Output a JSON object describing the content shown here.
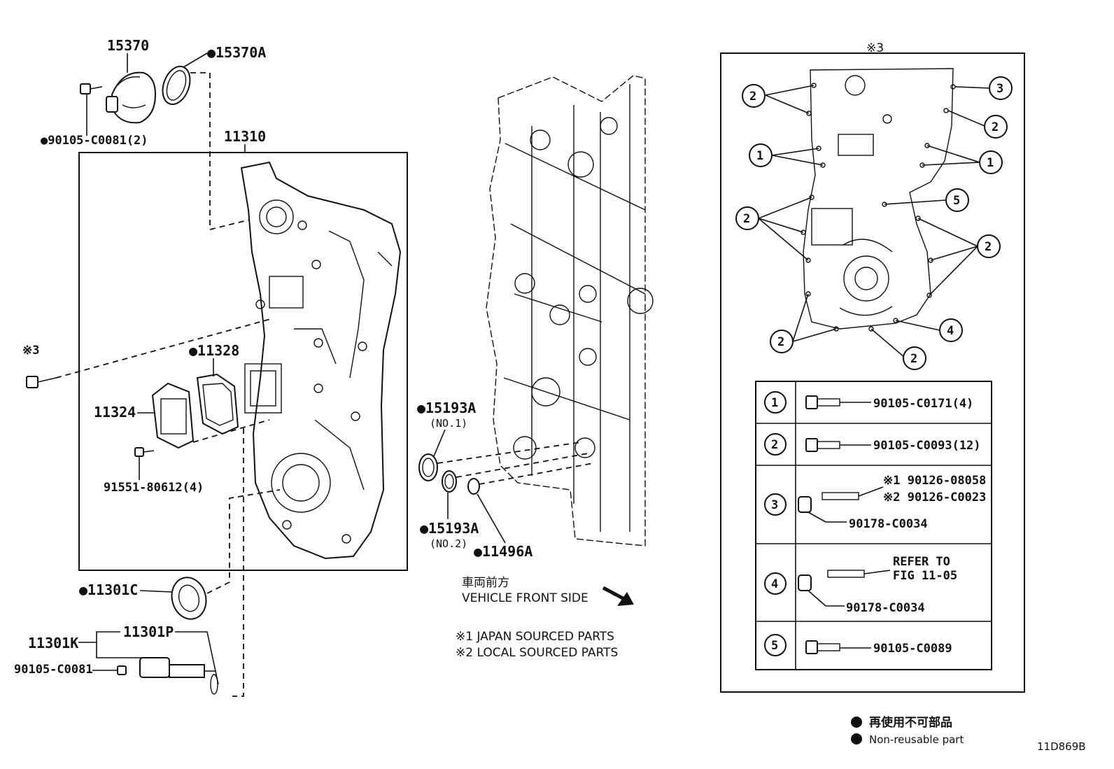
{
  "diagram": {
    "code": "11D869B",
    "group_marker": "※3",
    "left_labels": {
      "p15370": "15370",
      "p15370A": "●15370A",
      "p90105_C0081_2": "●90105-C0081(2)",
      "p11310": "11310",
      "mark3": "※3",
      "p11328": "●11328",
      "p11324": "11324",
      "p91551": "91551-80612(4)",
      "p11301C": "●11301C",
      "p11301K": "11301K",
      "p11301P": "11301P",
      "p90105_C0081": "90105-C0081"
    },
    "middle_labels": {
      "p15193A_1": "●15193A",
      "no1": "(NO.1)",
      "p15193A_2": "●15193A",
      "no2": "(NO.2)",
      "p11496A": "●11496A",
      "front_jp": "車両前方",
      "front_en": "VEHICLE FRONT SIDE",
      "note1": "※1 JAPAN SOURCED PARTS",
      "note2": "※2 LOCAL SOURCED PARTS"
    },
    "callout_numbers": [
      "1",
      "2",
      "3",
      "4",
      "5"
    ],
    "bolt_table": [
      {
        "num": "1",
        "parts": [
          "90105-C0171(4)"
        ]
      },
      {
        "num": "2",
        "parts": [
          "90105-C0093(12)"
        ]
      },
      {
        "num": "3",
        "parts": [
          "※1  90126-08058",
          "※2  90126-C0023",
          "90178-C0034"
        ]
      },
      {
        "num": "4",
        "parts": [
          "REFER TO",
          "FIG 11-05",
          "90178-C0034"
        ]
      },
      {
        "num": "5",
        "parts": [
          "90105-C0089"
        ]
      }
    ],
    "legend": {
      "jp": "再使用不可部品",
      "en": "Non-reusable part"
    }
  }
}
